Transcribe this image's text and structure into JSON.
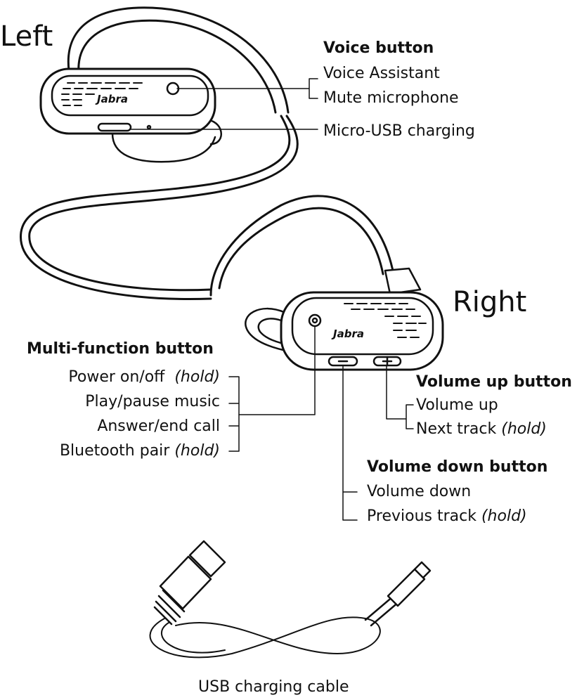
{
  "left_label": "Left",
  "right_label": "Right",
  "brand_left": "Jabra",
  "brand_right": "Jabra",
  "voice": {
    "title": "Voice button",
    "items": [
      "Voice Assistant",
      "Mute microphone"
    ]
  },
  "usb_port": "Micro-USB charging",
  "multi": {
    "title": "Multi-function button",
    "power": "Power on/off",
    "power_hold": "(hold)",
    "play": "Play/pause music",
    "answer": "Answer/end call",
    "pair": "Bluetooth pair",
    "pair_hold": "(hold)"
  },
  "volup": {
    "title": "Volume up button",
    "item1": "Volume up",
    "item2": "Next track",
    "item2_hold": "(hold)"
  },
  "voldown": {
    "title": "Volume down button",
    "item1": "Volume down",
    "item2": "Previous track",
    "item2_hold": "(hold)"
  },
  "cable_caption": "USB charging cable",
  "colors": {
    "line": "#111111",
    "background": "#ffffff"
  }
}
